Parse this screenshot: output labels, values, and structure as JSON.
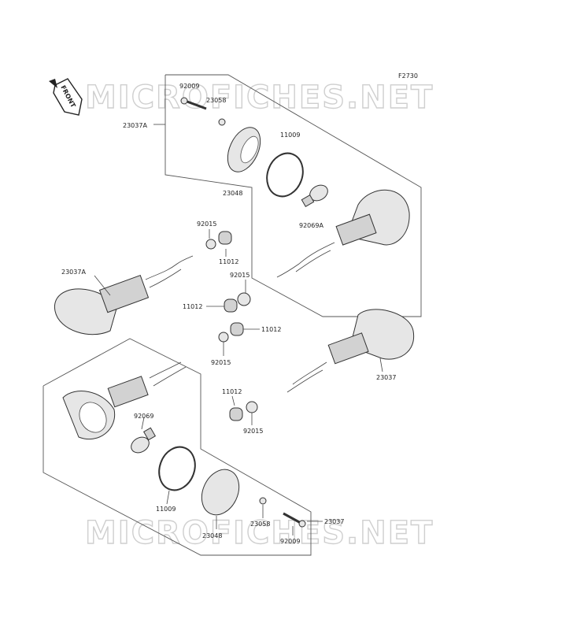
{
  "diagram": {
    "figure_code": "F2730",
    "watermark": "MICROFICHES.NET",
    "front_arrow_label": "FRONT",
    "labels": {
      "p92009_top": "92009",
      "p23058_top": "23058",
      "p23037A_top": "23037A",
      "p11009_top": "11009",
      "p23048_top": "23048",
      "p92069A": "92069A",
      "p92015_a": "92015",
      "p11012_a": "11012",
      "p23037A_left": "23037A",
      "p92015_b": "92015",
      "p11012_b": "11012",
      "p11012_c": "11012",
      "p92015_c": "92015",
      "p23037_right": "23037",
      "p11012_d": "11012",
      "p92015_d": "92015",
      "p92069": "92069",
      "p11009_bottom": "11009",
      "p23048_bottom": "23048",
      "p23058_bottom": "23058",
      "p23037_bottom": "23037",
      "p92009_bottom": "92009"
    }
  }
}
